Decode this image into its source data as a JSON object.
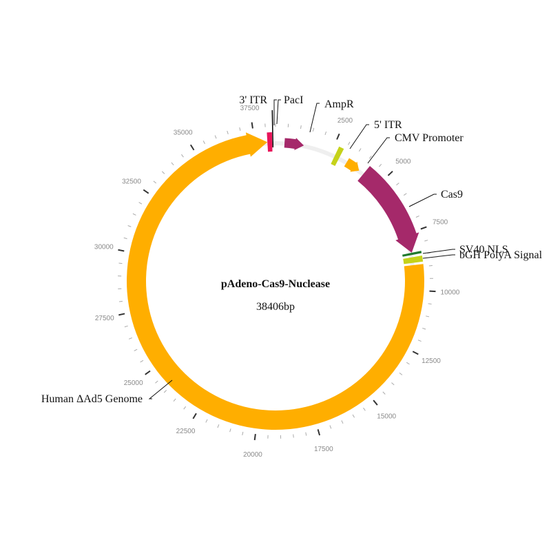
{
  "plasmid": {
    "name": "pAdeno-Cas9-Nuclease",
    "length_label": "38406bp",
    "length": 38406
  },
  "ticks": {
    "minor_step": 500,
    "major_step": 2500,
    "labels": [
      "2500",
      "5000",
      "7500",
      "10000",
      "12500",
      "15000",
      "17500",
      "20000",
      "22500",
      "25000",
      "27500",
      "30000",
      "32500",
      "35000",
      "37500"
    ]
  },
  "features": [
    {
      "id": "human-ad5-genome",
      "label": "Human ΔAd5 Genome",
      "start": 8900,
      "end": 38050,
      "type": "arrow",
      "color": "#FFAE00",
      "track": "outer"
    },
    {
      "id": "three-itr",
      "label": "3' ITR",
      "start": 38050,
      "end": 38260,
      "type": "bar",
      "color": "#E8155A",
      "track": "outer"
    },
    {
      "id": "pac-i",
      "label": "PacI",
      "start": 38290,
      "end": 38295,
      "type": "site",
      "color": "#000000",
      "track": "outer"
    },
    {
      "id": "amp-r",
      "label": "AmpR",
      "start": 400,
      "end": 1260,
      "type": "arrow",
      "color": "#A5296A",
      "track": "inner"
    },
    {
      "id": "five-itr",
      "label": "5' ITR",
      "start": 2700,
      "end": 2920,
      "type": "bar",
      "color": "#C5D21A",
      "track": "outer"
    },
    {
      "id": "cmv-promoter",
      "label": "CMV Promoter",
      "start": 3300,
      "end": 3960,
      "type": "arrow",
      "color": "#FFAE00",
      "track": "inner"
    },
    {
      "id": "cas9",
      "label": "Cas9",
      "start": 4200,
      "end": 8350,
      "type": "arrow",
      "color": "#A5296A",
      "track": "outer"
    },
    {
      "id": "sv40-nls",
      "label": "SV40 NLS",
      "start": 8350,
      "end": 8450,
      "type": "bar",
      "color": "#1F7A2E",
      "track": "outer"
    },
    {
      "id": "bgh-polya",
      "label": "bGH PolyA Signal",
      "start": 8550,
      "end": 8800,
      "type": "bar",
      "color": "#C5D21A",
      "track": "outer"
    }
  ],
  "label_lines": [
    {
      "feature": "three-itr",
      "text": "3' ITR",
      "anchor": "end"
    },
    {
      "feature": "pac-i",
      "text": "PacI",
      "anchor": "start"
    },
    {
      "feature": "amp-r",
      "text": "AmpR",
      "anchor": "start"
    },
    {
      "feature": "five-itr",
      "text": "5' ITR",
      "anchor": "start"
    },
    {
      "feature": "cmv-promoter",
      "text": "CMV Promoter",
      "anchor": "start"
    },
    {
      "feature": "cas9",
      "text": "Cas9",
      "anchor": "start"
    },
    {
      "feature": "sv40-nls",
      "text": "SV40 NLS",
      "anchor": "start"
    },
    {
      "feature": "bgh-polya",
      "text": "bGH PolyA Signal",
      "anchor": "start"
    },
    {
      "feature": "human-ad5-genome",
      "text": "Human ΔAd5 Genome",
      "anchor": "end"
    }
  ]
}
